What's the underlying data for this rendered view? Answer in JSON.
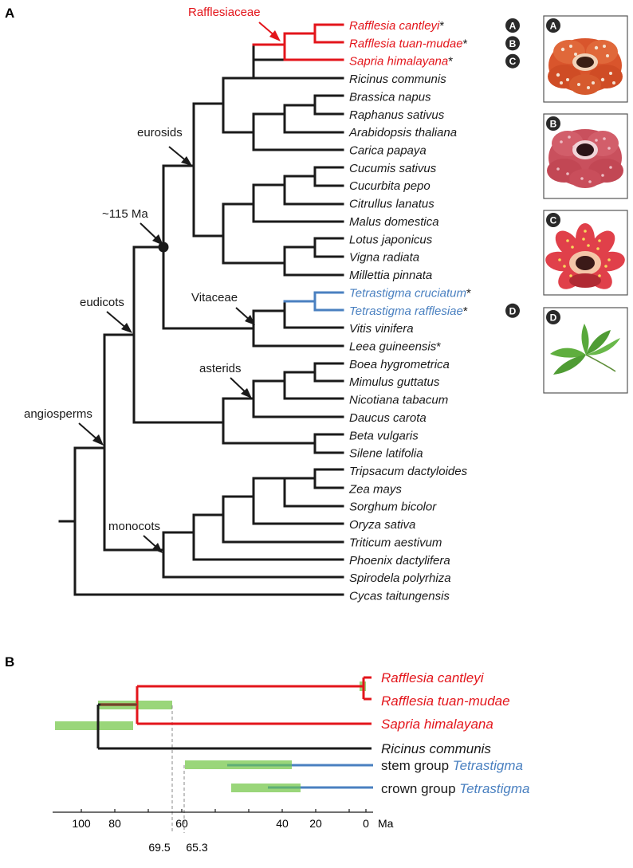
{
  "colors": {
    "black": "#1a1a1a",
    "rafflesia_red": "#e3151b",
    "tetrastigma_blue": "#4a80c0",
    "ci_green": "#9ad67a",
    "photo_frame": "#555555"
  },
  "panel_a": {
    "letter": "A",
    "node_age_label": "~115 Ma",
    "clades": {
      "rafflesiaceae": "Rafflesiaceae",
      "eurosids": "eurosids",
      "eudicots": "eudicots",
      "vitaceae": "Vitaceae",
      "asterids": "asterids",
      "angiosperms": "angiosperms",
      "monocots": "monocots"
    },
    "taxa": [
      {
        "name": "Rafflesia cantleyi",
        "star": "*",
        "badge": "A",
        "group": "red"
      },
      {
        "name": "Rafflesia tuan-mudae",
        "star": "*",
        "badge": "B",
        "group": "red"
      },
      {
        "name": "Sapria himalayana",
        "star": "*",
        "badge": "C",
        "group": "red"
      },
      {
        "name": "Ricinus communis",
        "star": "",
        "badge": "",
        "group": "black"
      },
      {
        "name": "Brassica napus",
        "star": "",
        "badge": "",
        "group": "black"
      },
      {
        "name": "Raphanus sativus",
        "star": "",
        "badge": "",
        "group": "black"
      },
      {
        "name": "Arabidopsis thaliana",
        "star": "",
        "badge": "",
        "group": "black"
      },
      {
        "name": "Carica papaya",
        "star": "",
        "badge": "",
        "group": "black"
      },
      {
        "name": "Cucumis sativus",
        "star": "",
        "badge": "",
        "group": "black"
      },
      {
        "name": "Cucurbita pepo",
        "star": "",
        "badge": "",
        "group": "black"
      },
      {
        "name": "Citrullus lanatus",
        "star": "",
        "badge": "",
        "group": "black"
      },
      {
        "name": "Malus domestica",
        "star": "",
        "badge": "",
        "group": "black"
      },
      {
        "name": "Lotus japonicus",
        "star": "",
        "badge": "",
        "group": "black"
      },
      {
        "name": "Vigna radiata",
        "star": "",
        "badge": "",
        "group": "black"
      },
      {
        "name": "Millettia pinnata",
        "star": "",
        "badge": "",
        "group": "black"
      },
      {
        "name": "Tetrastigma cruciatum",
        "star": "*",
        "badge": "",
        "group": "blue"
      },
      {
        "name": "Tetrastigma rafflesiae",
        "star": "*",
        "badge": "D",
        "group": "blue"
      },
      {
        "name": "Vitis vinifera",
        "star": "",
        "badge": "",
        "group": "black"
      },
      {
        "name": "Leea guineensis",
        "star": "*",
        "badge": "",
        "group": "black"
      },
      {
        "name": "Boea hygrometrica",
        "star": "",
        "badge": "",
        "group": "black"
      },
      {
        "name": "Mimulus guttatus",
        "star": "",
        "badge": "",
        "group": "black"
      },
      {
        "name": "Nicotiana tabacum",
        "star": "",
        "badge": "",
        "group": "black"
      },
      {
        "name": "Daucus carota",
        "star": "",
        "badge": "",
        "group": "black"
      },
      {
        "name": "Beta vulgaris",
        "star": "",
        "badge": "",
        "group": "black"
      },
      {
        "name": "Silene latifolia",
        "star": "",
        "badge": "",
        "group": "black"
      },
      {
        "name": "Tripsacum dactyloides",
        "star": "",
        "badge": "",
        "group": "black"
      },
      {
        "name": "Zea mays",
        "star": "",
        "badge": "",
        "group": "black"
      },
      {
        "name": "Sorghum bicolor",
        "star": "",
        "badge": "",
        "group": "black"
      },
      {
        "name": "Oryza sativa",
        "star": "",
        "badge": "",
        "group": "black"
      },
      {
        "name": "Triticum aestivum",
        "star": "",
        "badge": "",
        "group": "black"
      },
      {
        "name": "Phoenix dactylifera",
        "star": "",
        "badge": "",
        "group": "black"
      },
      {
        "name": "Spirodela polyrhiza",
        "star": "",
        "badge": "",
        "group": "black"
      },
      {
        "name": "Cycas taitungensis",
        "star": "",
        "badge": "",
        "group": "black"
      }
    ],
    "photos": [
      {
        "badge": "A",
        "subject": "Rafflesia cantleyi flower"
      },
      {
        "badge": "B",
        "subject": "Rafflesia tuan-mudae flower"
      },
      {
        "badge": "C",
        "subject": "Sapria himalayana flower"
      },
      {
        "badge": "D",
        "subject": "Tetrastigma rafflesiae leaves"
      }
    ]
  },
  "panel_b": {
    "letter": "B",
    "axis_unit": "Ma",
    "ticks": [
      "100",
      "80",
      "60",
      "40",
      "20",
      "0"
    ],
    "markers": [
      "69.5",
      "65.3"
    ],
    "labels": {
      "cantleyi": "Rafflesia cantleyi",
      "tuan_mudae": "Rafflesia tuan-mudae",
      "sapria": "Sapria himalayana",
      "ricinus": "Ricinus communis",
      "stem_prefix": "stem group ",
      "crown_prefix": "crown group ",
      "tetrastigma": "Tetrastigma"
    }
  }
}
